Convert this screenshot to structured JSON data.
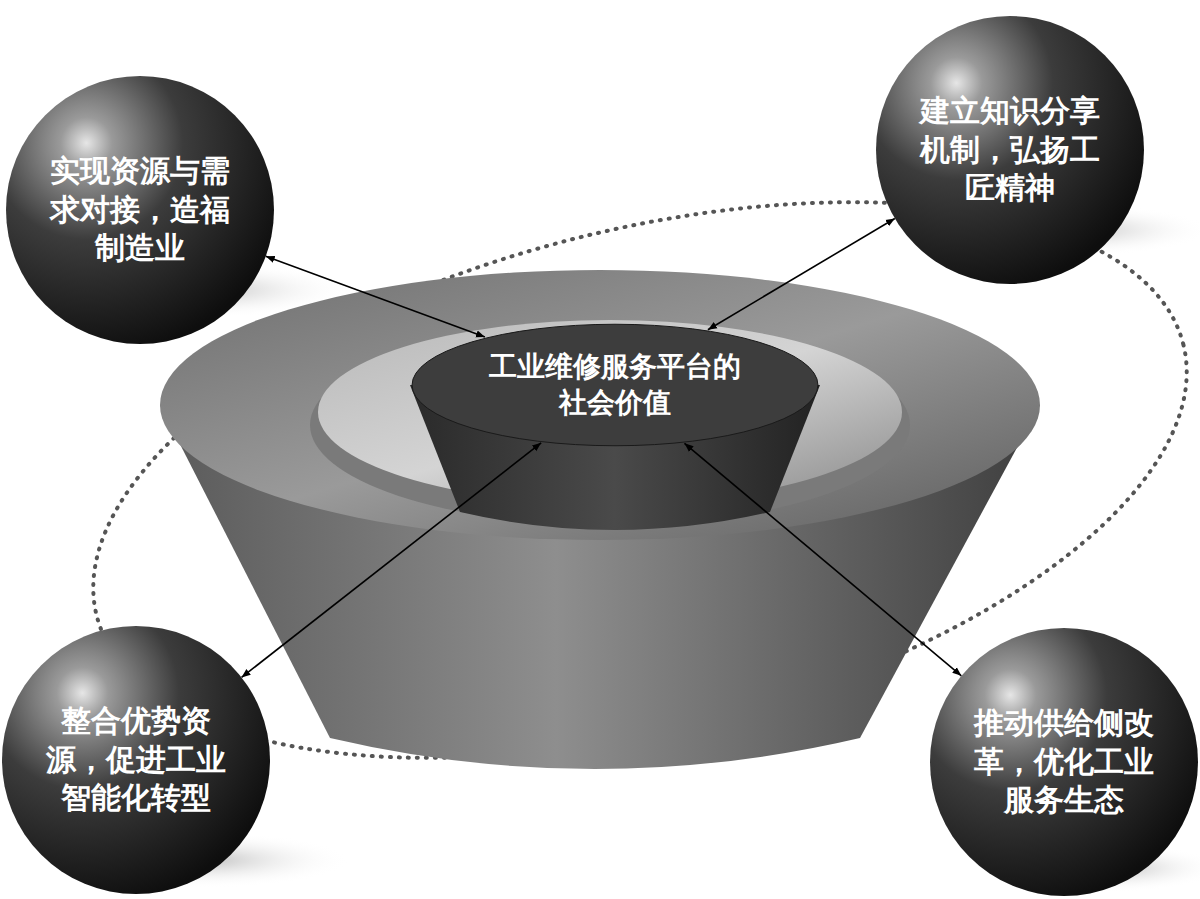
{
  "diagram": {
    "nodes": [
      {
        "text": [
          "实现资源与需求对接，造福制造业"
        ]
      },
      {
        "text": [
          "建立知识分享机制，弘扬工匠精神"
        ]
      },
      {
        "text": [
          "工业维修服务平台的社会价值"
        ]
      },
      {
        "text": [
          "整合优势资源，促进工业智能化转型"
        ]
      },
      {
        "text": [
          "推动供给侧改革，优化工业服务生态"
        ]
      }
    ],
    "edges": [
      {
        "from": 2,
        "to": 0,
        "arrow": "both"
      },
      {
        "from": 2,
        "to": 1,
        "arrow": "both"
      },
      {
        "from": 2,
        "to": 3,
        "arrow": "both"
      },
      {
        "from": 2,
        "to": 4,
        "arrow": "both"
      }
    ]
  }
}
